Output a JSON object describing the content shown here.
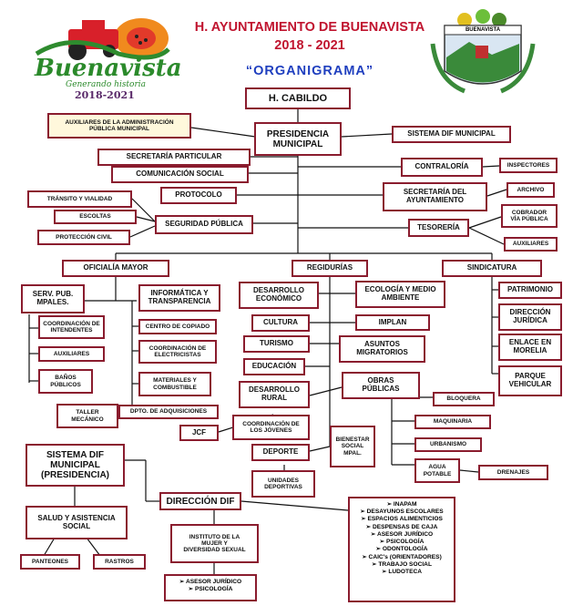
{
  "header": {
    "title": "H. AYUNTAMIENTO DE BUENAVISTA",
    "period": "2018 - 2021",
    "subtitle": "“ORGANIGRAMA”"
  },
  "logo_left": {
    "name": "Buenavista",
    "slogan": "Generando historia",
    "years": "2018-2021"
  },
  "logo_right": {
    "banner": "BUENAVISTA"
  },
  "nodes": {
    "cabildo": "H. CABILDO",
    "presidencia": "PRESIDENCIA\nMUNICIPAL",
    "auxiliares_admin": "AUXILIARES DE LA ADMINISTRACIÓN\nPÚBLICA MUNICIPAL",
    "dif_municipal": "SISTEMA DIF MUNICIPAL",
    "sec_particular": "SECRETARÍA PARTICULAR",
    "com_social": "COMUNICACIÓN SOCIAL",
    "protocolo": "PROTOCOLO",
    "transito": "TRÁNSITO Y VIALIDAD",
    "escoltas": "ESCOLTAS",
    "proteccion_civil": "PROTECCIÓN CIVIL",
    "seguridad": "SEGURIDAD PÚBLICA",
    "contraloria": "CONTRALORÍA",
    "inspectores": "INSPECTORES",
    "sec_ayuntamiento": "SECRETARÍA DEL\nAYUNTAMIENTO",
    "archivo": "ARCHIVO",
    "tesoreria": "TESORERÍA",
    "cobrador": "COBRADOR\nVÍA PÚBLICA",
    "auxiliares_tes": "AUXILIARES",
    "oficialia": "OFICIALÍA MAYOR",
    "regidurias": "REGIDURÍAS",
    "sindicatura": "SINDICATURA",
    "serv_pub": "SERV. PUB.\nMPALES.",
    "coord_intendentes": "COORDINACIÓN DE\nINTENDENTES",
    "auxiliares_om": "AUXILIARES",
    "banos": "BAÑOS\nPÚBLICOS",
    "informatica": "INFORMÁTICA Y\nTRANSPARENCIA",
    "centro_copiado": "CENTRO DE COPIADO",
    "coord_electricistas": "COORDINACIÓN DE\nELECTRICISTAS",
    "materiales": "MATERIALES Y\nCOMBUSTIBLE",
    "taller": "TALLER\nMECÁNICO",
    "adquisiciones": "DPTO. DE ADQUISICIONES",
    "des_economico": "DESARROLLO\nECONÓMICO",
    "ecologia": "ECOLOGÍA Y MEDIO\nAMBIENTE",
    "cultura": "CULTURA",
    "implan": "IMPLAN",
    "turismo": "TURISMO",
    "migratorios": "ASUNTOS\nMIGRATORIOS",
    "educacion": "EDUCACIÓN",
    "obras": "OBRAS\nPÚBLICAS",
    "des_rural": "DESARROLLO\nRURAL",
    "bloquera": "BLOQUERA",
    "maquinaria": "MAQUINARIA",
    "urbanismo": "URBANISMO",
    "agua": "AGUA\nPOTABLE",
    "drenajes": "DRENAJES",
    "jcf": "JCF",
    "coord_jovenes": "COORDINACIÓN DE\nLOS JÓVENES",
    "deporte": "DEPORTE",
    "bienestar": "BIENESTAR\nSOCIAL\nMPAL.",
    "unidades": "UNIDADES\nDEPORTIVAS",
    "patrimonio": "PATRIMONIO",
    "dir_juridica": "DIRECCIÓN\nJURÍDICA",
    "enlace": "ENLACE EN\nMORELIA",
    "parque": "PARQUE\nVEHICULAR",
    "dif_presidencia": "SISTEMA DIF\nMUNICIPAL\n(PRESIDENCIA)",
    "salud": "SALUD Y ASISTENCIA\nSOCIAL",
    "panteones": "PANTEONES",
    "rastros": "RASTROS",
    "direccion_dif": "DIRECCIÓN DIF",
    "instituto_mujer": "INSTITUTO DE LA\nMUJER Y\nDIVERSIDAD SEXUAL"
  },
  "dif_services": [
    "➢ INAPAM",
    "➢ DESAYUNOS ESCOLARES",
    "➢ ESPACIOS ALIMENTICIOS",
    "➢ DESPENSAS DE CAJA",
    "➢ ASESOR JURÍDICO",
    "➢ PSICOLOGÍA",
    "➢ ODONTOLOGÍA",
    "➢ CAIC's (ORIENTADORES)",
    "➢ TRABAJO SOCIAL",
    "➢ LUDOTECA"
  ],
  "mujer_services": [
    "➢ ASESOR JURÍDICO",
    "➢ PSICOLOGÍA"
  ],
  "colors": {
    "border": "#8a1c2e",
    "title": "#c0142f",
    "subtitle": "#1f3fbf",
    "highlight": "#fff8dc"
  }
}
